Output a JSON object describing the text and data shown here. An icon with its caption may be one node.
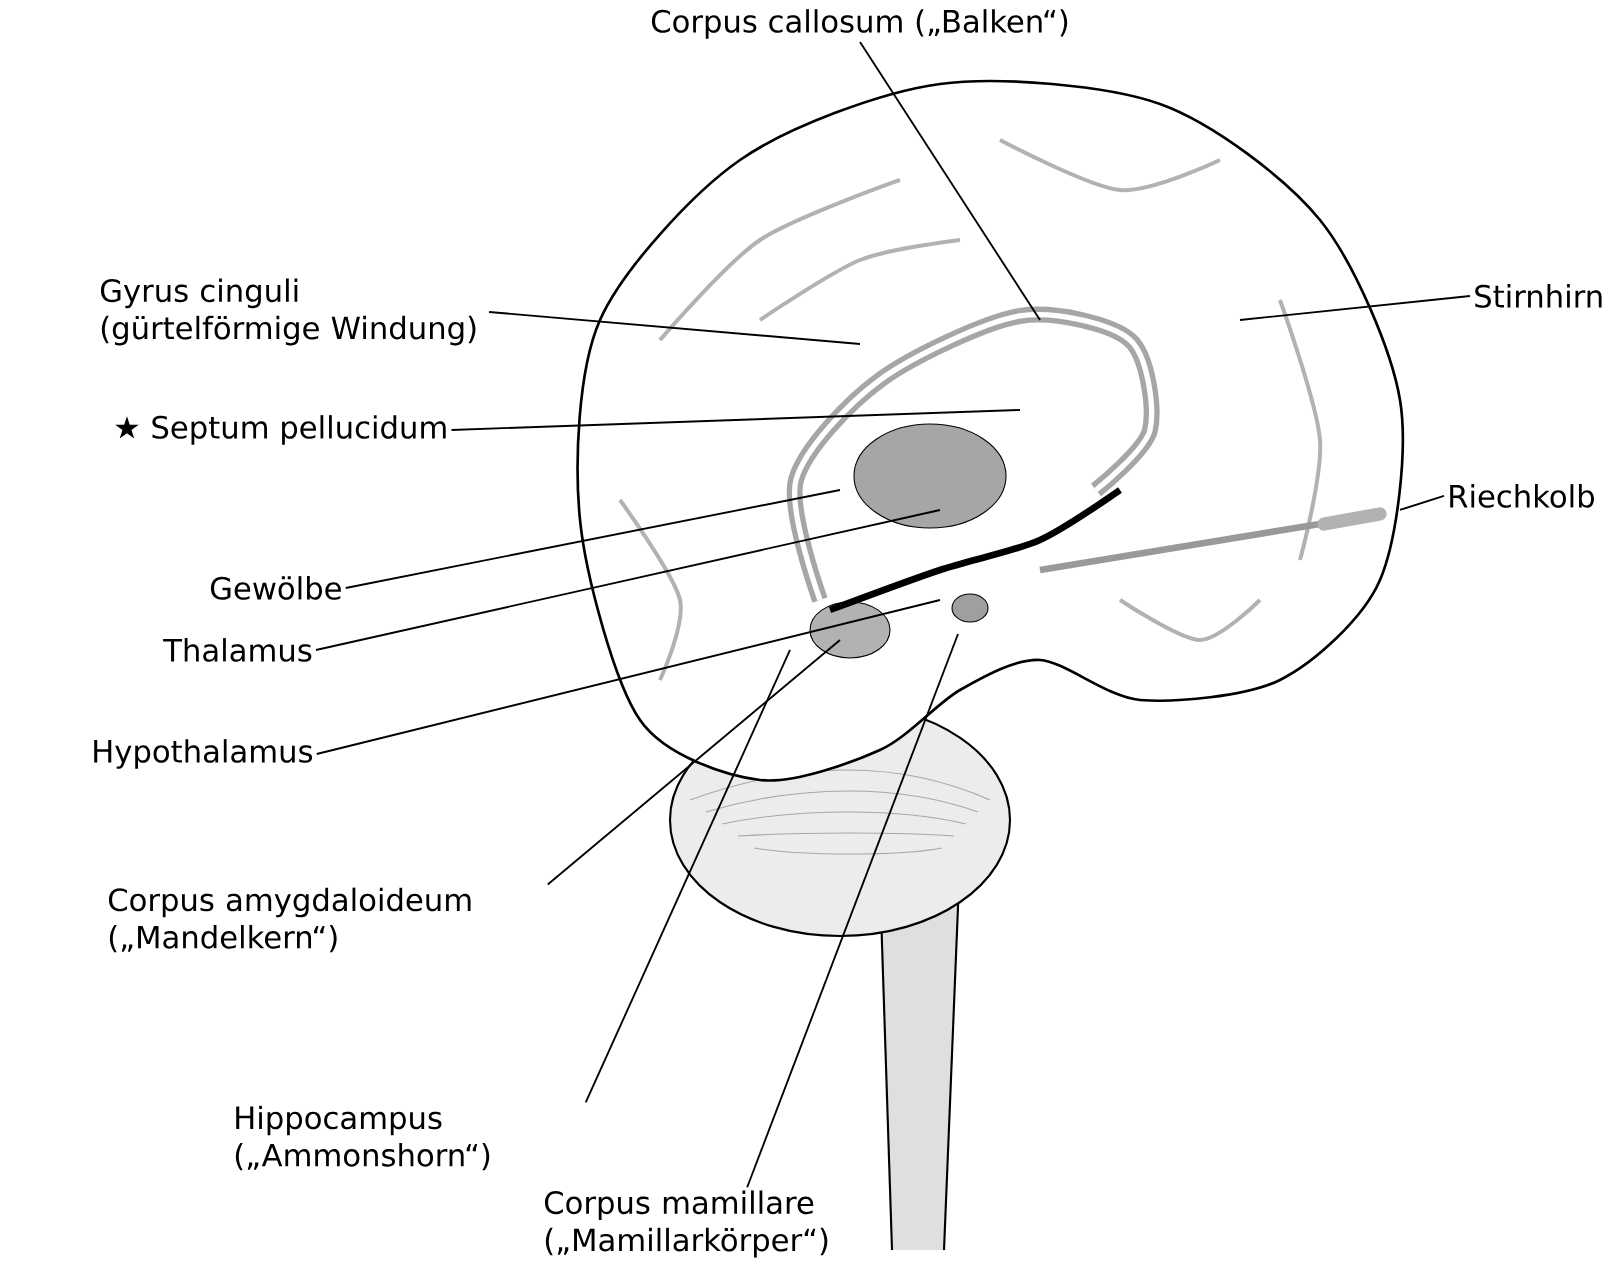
{
  "diagram": {
    "nodes": [
      {
        "text": [
          "Corpus callosum („Balken“)"
        ]
      },
      {
        "text": [
          "Gyrus cinguli (gürtelförmige Windung)"
        ]
      },
      {
        "text": [
          "Stirnhirn"
        ]
      },
      {
        "text": [
          "★ Septum pellucidum"
        ]
      },
      {
        "text": [
          "Riechkolb"
        ]
      },
      {
        "text": [
          "Gewölbe"
        ]
      },
      {
        "text": [
          "Thalamus"
        ]
      },
      {
        "text": [
          "Hypothalamus"
        ]
      },
      {
        "text": [
          "Corpus amygdaloideum („Mandelkern“)"
        ]
      },
      {
        "text": [
          "Hippocampus („Ammonshorn“)"
        ]
      },
      {
        "text": [
          "Corpus mamillare („Mamillarkörper“)"
        ]
      }
    ],
    "edges": [
      {
        "from": 0,
        "to": null,
        "arrow": "none"
      },
      {
        "from": 1,
        "to": null,
        "arrow": "none"
      },
      {
        "from": 2,
        "to": null,
        "arrow": "none"
      },
      {
        "from": 3,
        "to": null,
        "arrow": "none"
      },
      {
        "from": 4,
        "to": null,
        "arrow": "none"
      },
      {
        "from": 5,
        "to": null,
        "arrow": "none"
      },
      {
        "from": 6,
        "to": null,
        "arrow": "none"
      },
      {
        "from": 7,
        "to": null,
        "arrow": "none"
      },
      {
        "from": 8,
        "to": null,
        "arrow": "none"
      },
      {
        "from": 9,
        "to": null,
        "arrow": "none"
      },
      {
        "from": 10,
        "to": null,
        "arrow": "none"
      }
    ]
  }
}
